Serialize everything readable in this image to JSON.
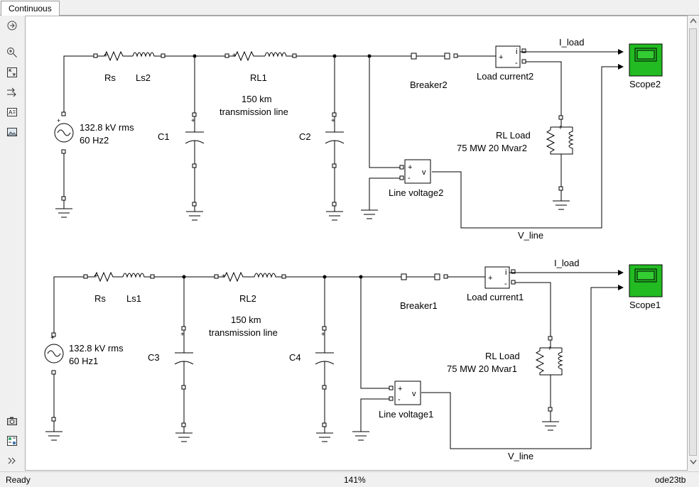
{
  "tab": {
    "label": "Continuous"
  },
  "toolbar": {
    "icons": [
      "navigate-back-icon",
      "zoom-in-icon",
      "fit-view-icon",
      "arrow-route-icon",
      "text-annotation-icon",
      "image-icon",
      "camera-icon",
      "model-browser-icon",
      "expand-icon"
    ]
  },
  "status": {
    "left": "Ready",
    "zoom": "141%",
    "solver": "ode23tb"
  },
  "circuit1": {
    "source_label1": "132.8 kV rms",
    "source_label2": "60 Hz2",
    "rs": "Rs",
    "ls": "Ls2",
    "rl": "RL1",
    "line_label1": "150 km",
    "line_label2": "transmission line",
    "c_left": "C1",
    "c_right": "C2",
    "breaker": "Breaker2",
    "load_current": "Load current2",
    "load_label1": "RL Load",
    "load_label2": "75 MW 20 Mvar2",
    "line_voltage": "Line voltage2",
    "i_load": "I_load",
    "v_line": "V_line",
    "scope": "Scope2",
    "meter_i": "i",
    "meter_v": "v",
    "plus": "+",
    "minus": "-"
  },
  "circuit2": {
    "source_label1": "132.8 kV rms",
    "source_label2": "60 Hz1",
    "rs": "Rs",
    "ls": "Ls1",
    "rl": "RL2",
    "line_label1": "150 km",
    "line_label2": "transmission line",
    "c_left": "C3",
    "c_right": "C4",
    "breaker": "Breaker1",
    "load_current": "Load current1",
    "load_label1": "RL Load",
    "load_label2": "75 MW 20 Mvar1",
    "line_voltage": "Line voltage1",
    "i_load": "I_load",
    "v_line": "V_line",
    "scope": "Scope1",
    "meter_i": "i",
    "meter_v": "v",
    "plus": "+",
    "minus": "-"
  },
  "colors": {
    "scope_green": "#22bb22",
    "polarity_red": "#cc0000"
  }
}
